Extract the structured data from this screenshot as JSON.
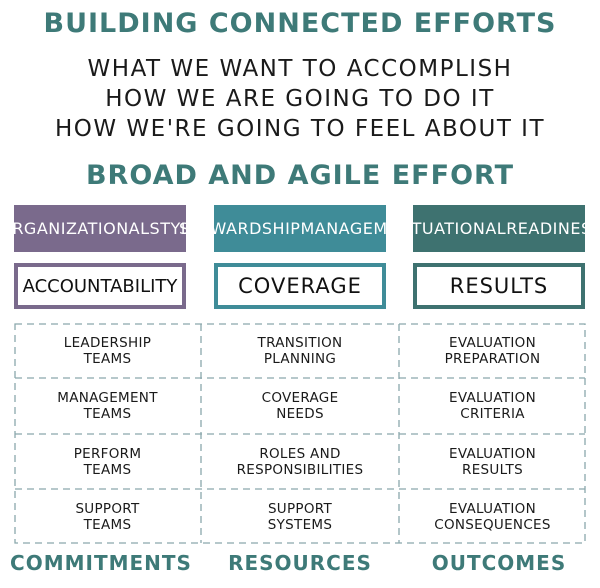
{
  "title": "BUILDING CONNECTED EFFORTS",
  "sublines": [
    "WHAT WE WANT TO ACCOMPLISH",
    "HOW WE ARE GOING TO DO IT",
    "HOW WE'RE GOING TO FEEL ABOUT IT"
  ],
  "subheading": "BROAD AND AGILE EFFORT",
  "columns": [
    {
      "category_lines": [
        "ORGANIZATIONAL",
        "STYLE"
      ],
      "color": "#7a6a8c",
      "key": "ACCOUNTABILITY",
      "items": [
        [
          "LEADERSHIP",
          "TEAMS"
        ],
        [
          "MANAGEMENT",
          "TEAMS"
        ],
        [
          "PERFORM",
          "TEAMS"
        ],
        [
          "SUPPORT",
          "TEAMS"
        ]
      ],
      "footer": "COMMITMENTS"
    },
    {
      "category_lines": [
        "STEWARDSHIP",
        "MANAGEMENT"
      ],
      "color": "#3f8c98",
      "key": "COVERAGE",
      "items": [
        [
          "TRANSITION",
          "PLANNING"
        ],
        [
          "COVERAGE",
          "NEEDS"
        ],
        [
          "ROLES AND",
          "RESPONSIBILITIES"
        ],
        [
          "SUPPORT",
          "SYSTEMS"
        ]
      ],
      "footer": "RESOURCES"
    },
    {
      "category_lines": [
        "SITUATIONAL",
        "READINESS"
      ],
      "color": "#3e7270",
      "key": "RESULTS",
      "items": [
        [
          "EVALUATION",
          "PREPARATION"
        ],
        [
          "EVALUATION",
          "CRITERIA"
        ],
        [
          "EVALUATION",
          "RESULTS"
        ],
        [
          "EVALUATION",
          "CONSEQUENCES"
        ]
      ],
      "footer": "OUTCOMES"
    }
  ],
  "colors": {
    "accent": "#3e7a78",
    "dashed_border": "#8aa8ac"
  }
}
